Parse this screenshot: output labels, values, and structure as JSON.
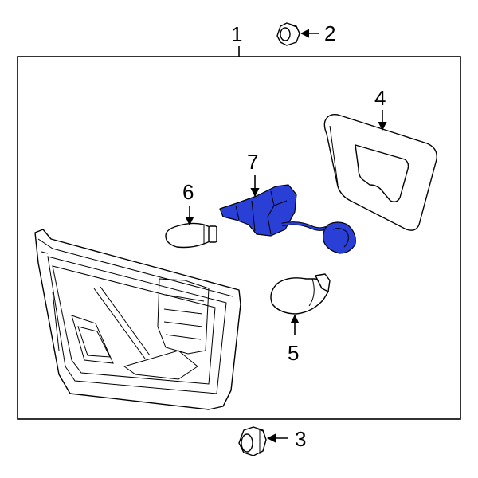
{
  "colors": {
    "highlight": "#2a3fd6",
    "line": "#000000",
    "background": "#ffffff"
  },
  "callouts": [
    {
      "id": "1",
      "label": "1"
    },
    {
      "id": "2",
      "label": "2"
    },
    {
      "id": "3",
      "label": "3"
    },
    {
      "id": "4",
      "label": "4"
    },
    {
      "id": "5",
      "label": "5"
    },
    {
      "id": "6",
      "label": "6"
    },
    {
      "id": "7",
      "label": "7"
    }
  ]
}
